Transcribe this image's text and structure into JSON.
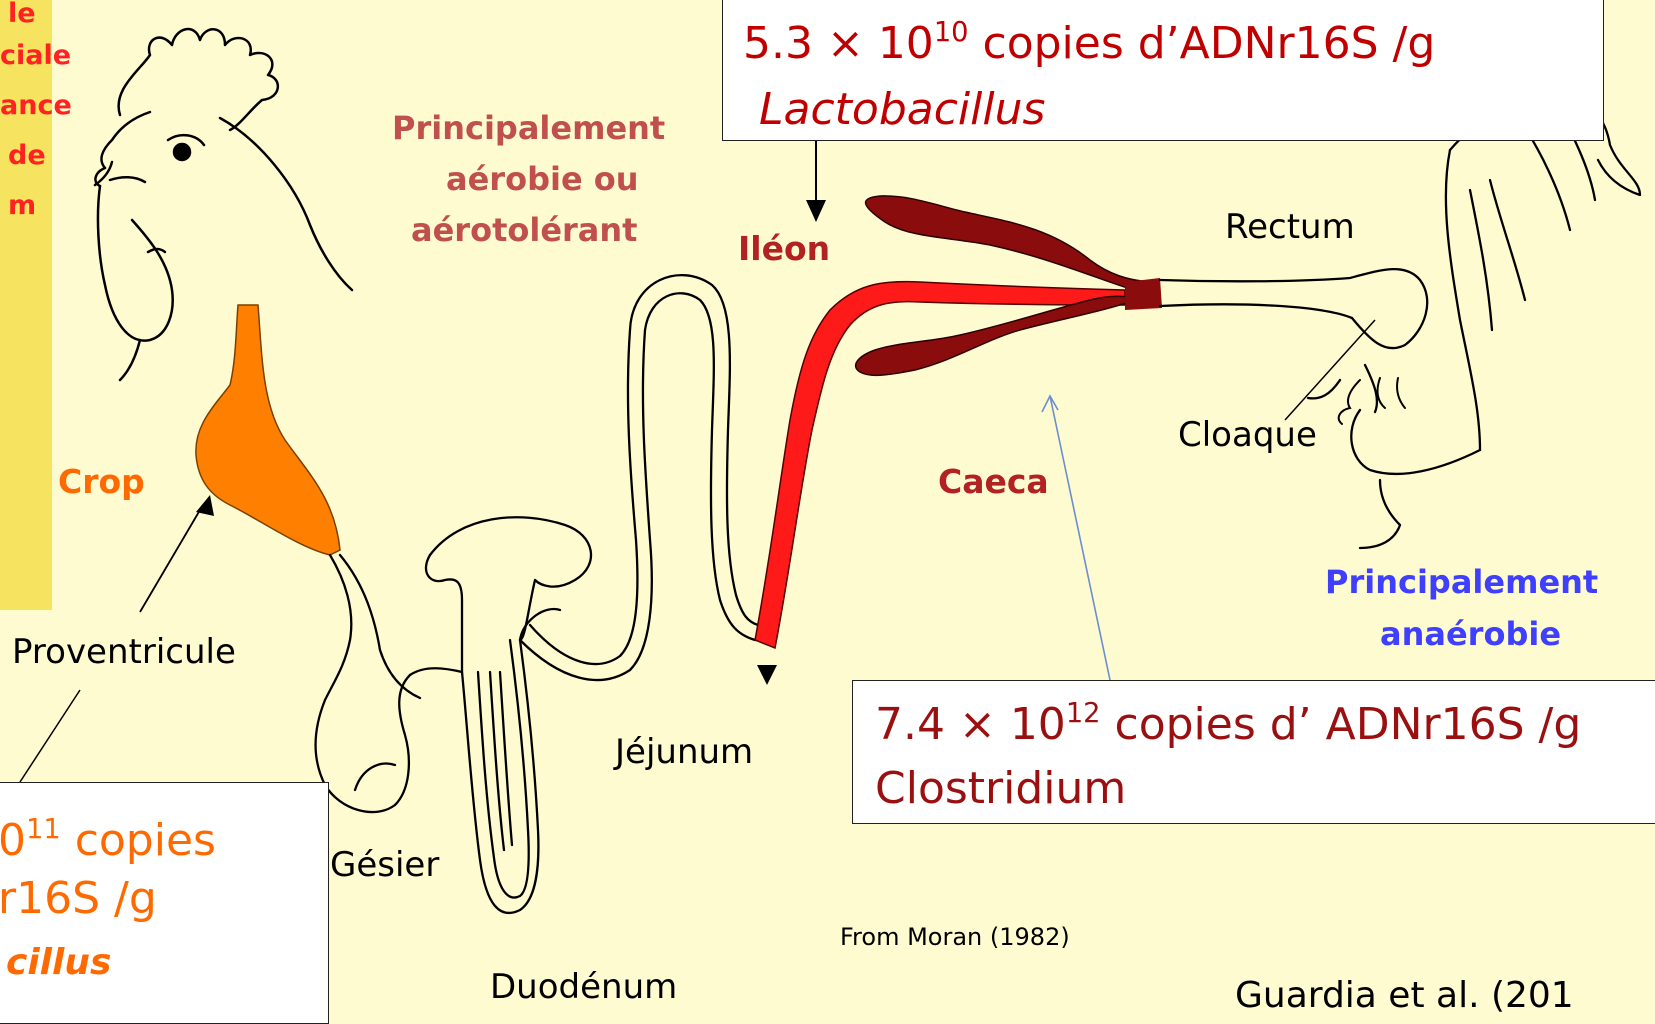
{
  "colors": {
    "background": "#fffbd0",
    "crop_fill": "#ff8000",
    "ileon_fill": "#ff1a1a",
    "caeca_fill": "#8b0c0c",
    "ink": "#000000",
    "label_dark_red": "#b22222",
    "label_brown_red": "#c0504d",
    "label_blue": "#3f3fff",
    "label_orange": "#ff6a00",
    "arrow_blue": "#6a8fd0"
  },
  "left_margin_text": [
    "le",
    "ciale",
    "ance",
    "de",
    "m"
  ],
  "labels": {
    "crop": "Crop",
    "proventricule": "Proventricule",
    "gesier": "Gésier",
    "duodenum": "Duodénum",
    "jejunum": "Jéjunum",
    "ileon": "Iléon",
    "caeca": "Caeca",
    "rectum": "Rectum",
    "cloaque": "Cloaque",
    "aerobic_1": "Principalement",
    "aerobic_2": "aérobie ou",
    "aerobic_3": "aérotolérant",
    "anaerobic_1": "Principalement",
    "anaerobic_2": "anaérobie",
    "source": "From Moran (1982)",
    "citation": "Guardia et al. (201"
  },
  "box_ileon": {
    "mantissa": "5.3 × 10",
    "exponent": "10",
    "unit": " copies d’ADNr16S /g",
    "genus": "Lactobacillus"
  },
  "box_caeca": {
    "mantissa": "7.4 × 10",
    "exponent": "12",
    "unit": " copies d’ ADNr16S /g",
    "genus": "Clostridium"
  },
  "box_crop": {
    "mantissa": "0",
    "exponent": "11",
    "unit": " copies",
    "line2": "r16S /g",
    "genus": "cillus"
  }
}
